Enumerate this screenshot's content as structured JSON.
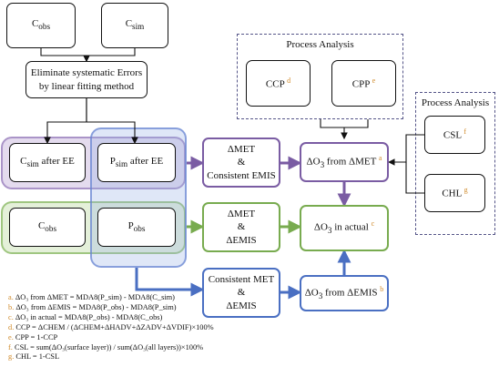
{
  "boxes": {
    "cobs_top": {
      "base": "C",
      "sub": "obs"
    },
    "csim_top": {
      "base": "C",
      "sub": "sim"
    },
    "eliminate": {
      "line1": "Eliminate systematic Errors",
      "line2": "by linear fitting method"
    },
    "csim_ee": {
      "base": "C",
      "sub": "sim",
      "rest": " after EE"
    },
    "psim_ee": {
      "base": "P",
      "sub": "sim",
      "rest": " after EE"
    },
    "cobs_mid": {
      "base": "C",
      "sub": "obs"
    },
    "pobs_mid": {
      "base": "P",
      "sub": "obs"
    },
    "met_emis1": {
      "l1": "ΔMET",
      "l2": "&",
      "l3": "Consistent EMIS"
    },
    "met_emis2": {
      "l1": "ΔMET",
      "l2": "&",
      "l3": "ΔEMIS"
    },
    "met_emis3": {
      "l1": "Consistent MET",
      "l2": "&",
      "l3": "ΔEMIS"
    },
    "do3_met": {
      "pre": "ΔO",
      "sub": "3",
      "post": " from ΔMET",
      "mark": "a"
    },
    "do3_actual": {
      "pre": "ΔO",
      "sub": "3",
      "post": " in actual",
      "mark": "c"
    },
    "do3_emis": {
      "pre": "ΔO",
      "sub": "3",
      "post": " from ΔEMIS",
      "mark": "b"
    },
    "ccp": {
      "label": "CCP",
      "mark": "d"
    },
    "cpp": {
      "label": "CPP",
      "mark": "e"
    },
    "csl": {
      "label": "CSL",
      "mark": "f"
    },
    "chl": {
      "label": "CHL",
      "mark": "g"
    }
  },
  "process_analysis": {
    "title1": "Process Analysis",
    "title2": "Process Analysis"
  },
  "colors": {
    "purple": "#7a5ca3",
    "green": "#78ab4f",
    "blue": "#4a6fc2",
    "note_key": "#d08a2a"
  },
  "notes": [
    {
      "key": "a.",
      "text": "ΔO₃ from ΔMET = MDA8(P_sim) - MDA8(C_sim)"
    },
    {
      "key": "b.",
      "text": "ΔO₃ from ΔEMIS = MDA8(P_obs) - MDA8(P_sim)"
    },
    {
      "key": "c.",
      "text": "ΔO₃ in actual = MDA8(P_obs) - MDA8(C_obs)"
    },
    {
      "key": "d.",
      "text": "CCP = ΔCHEM / (ΔCHEM+ΔHADV+ΔZADV+ΔVDIF)×100%"
    },
    {
      "key": "e.",
      "text": "CPP = 1-CCP"
    },
    {
      "key": "f.",
      "text": "CSL = sum(ΔO₃(surface layer)) / sum(ΔO₃(all layers))×100%"
    },
    {
      "key": "g.",
      "text": "CHL = 1-CSL"
    }
  ]
}
